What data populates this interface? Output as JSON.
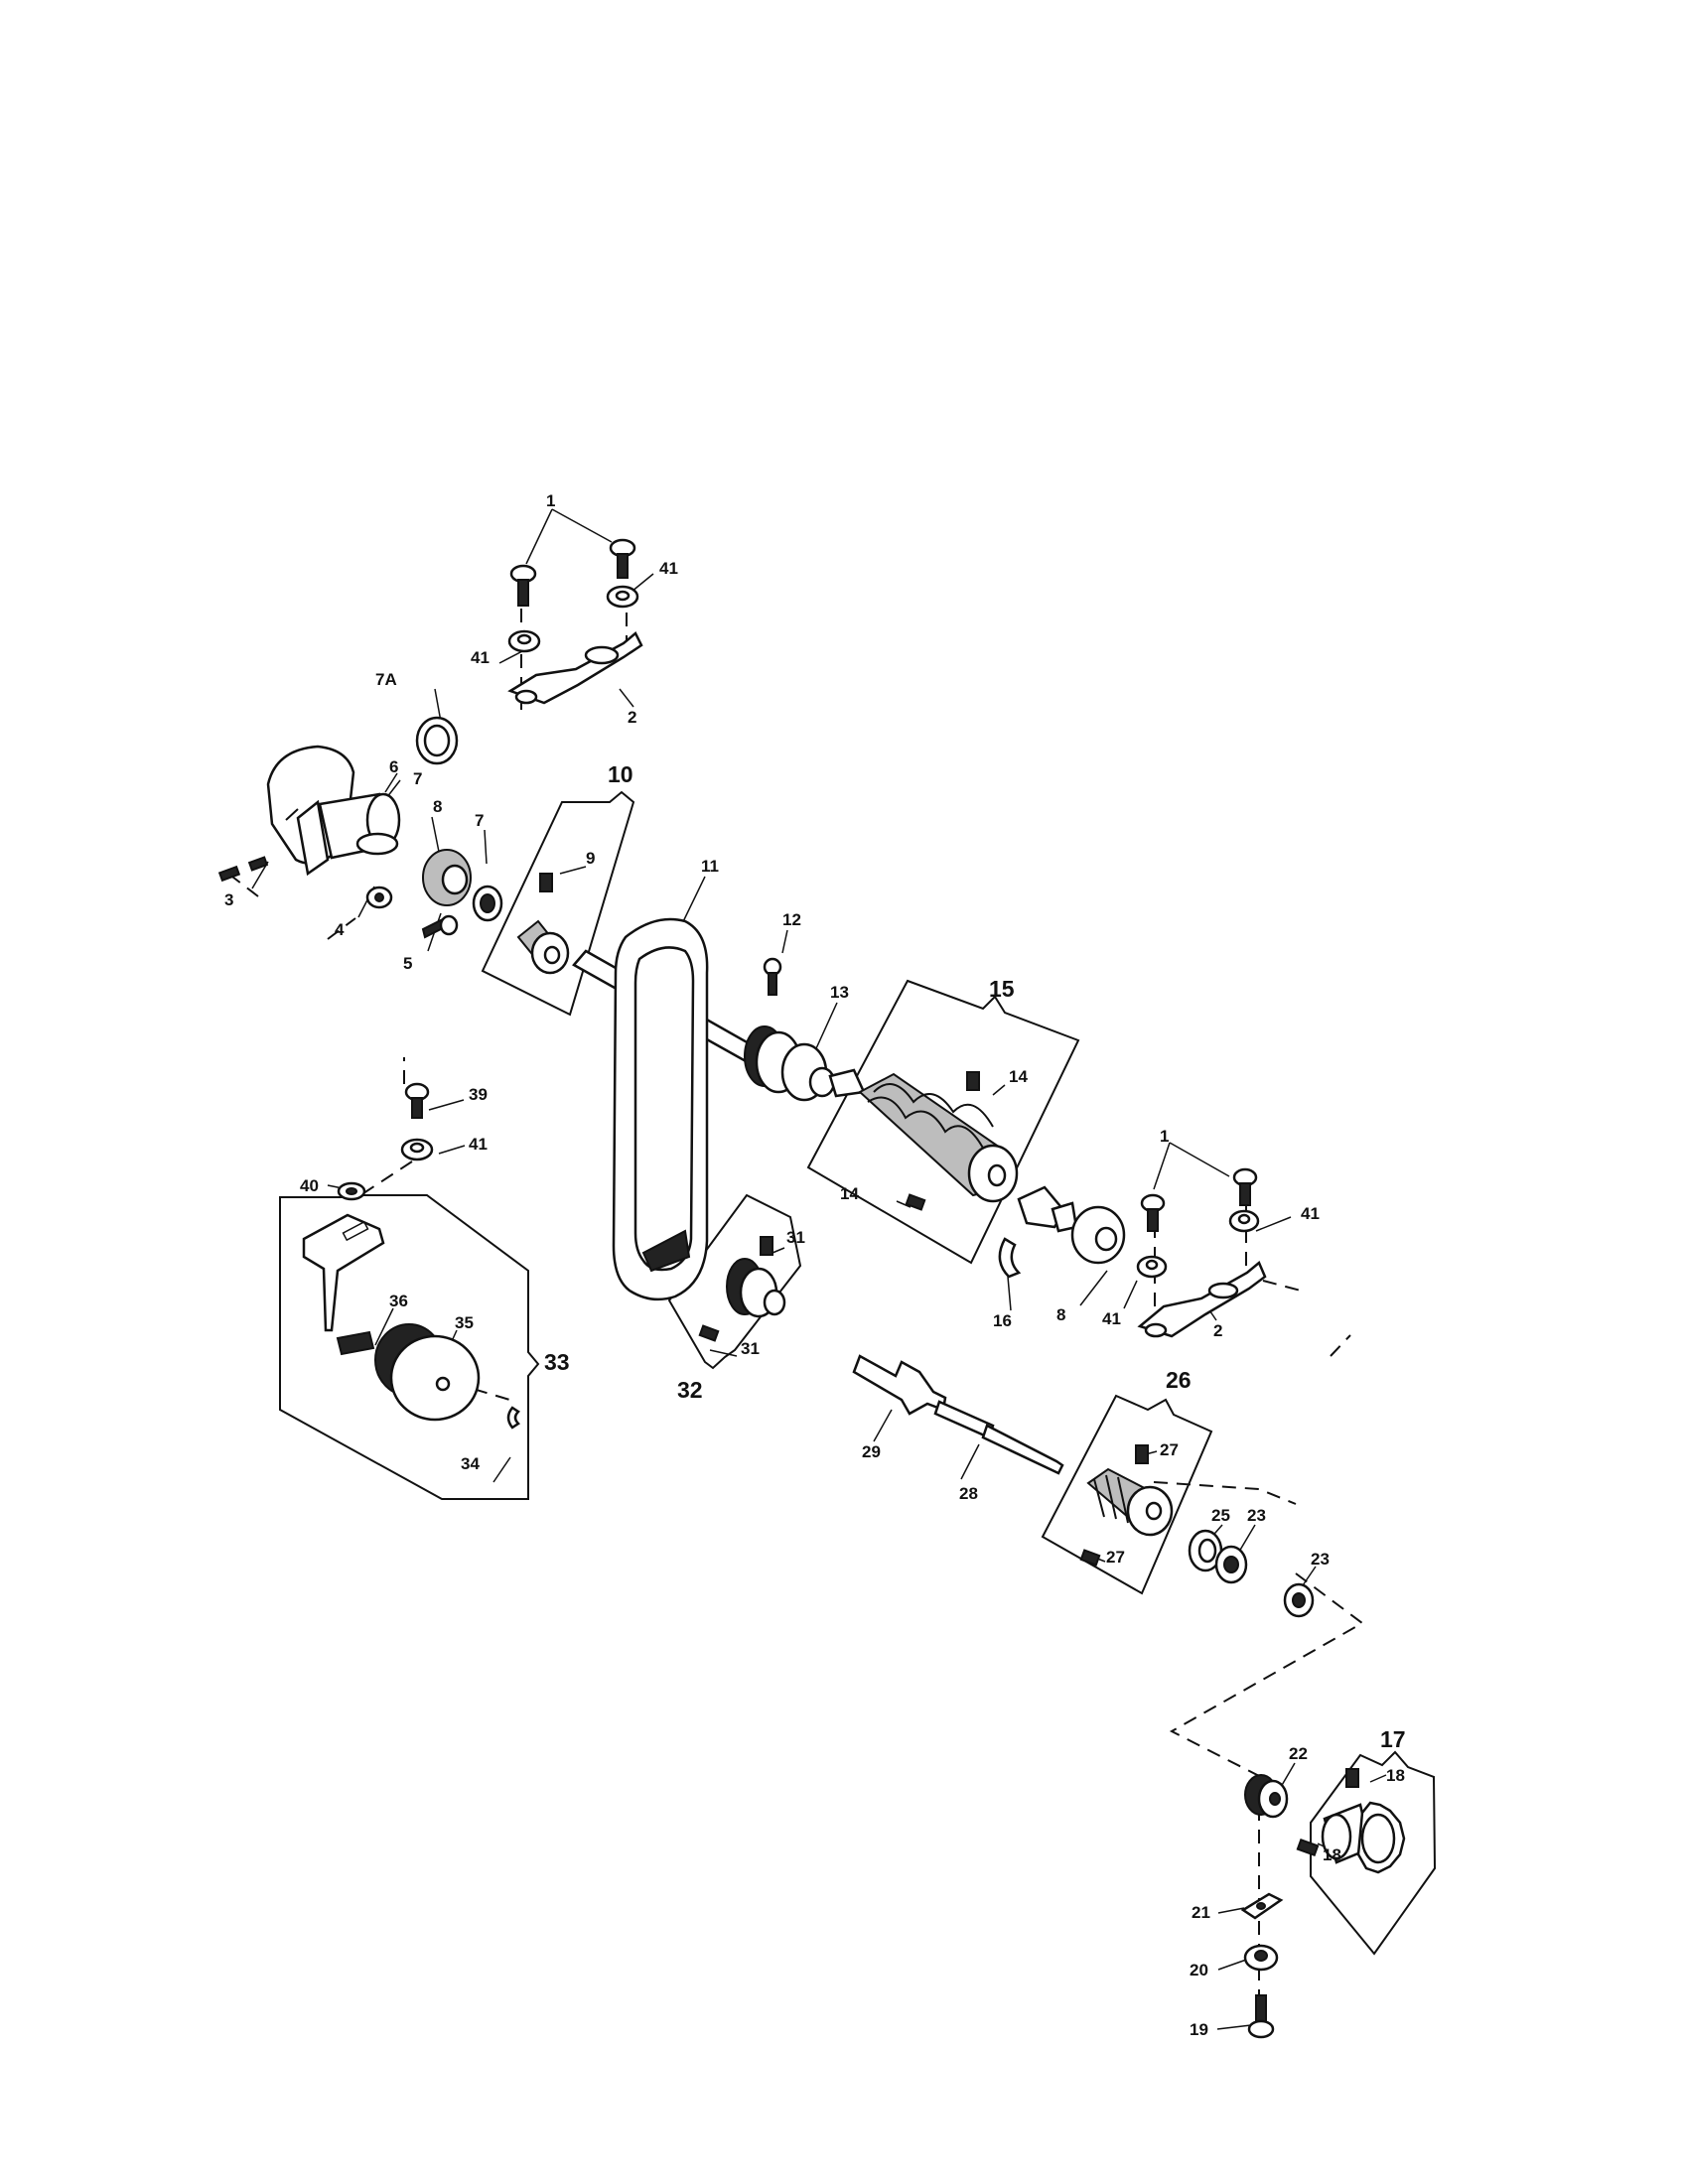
{
  "diagram": {
    "callouts": [
      {
        "id": "c1a",
        "text": "1"
      },
      {
        "id": "c41a",
        "text": "41"
      },
      {
        "id": "c41b",
        "text": "41"
      },
      {
        "id": "c2a",
        "text": "2"
      },
      {
        "id": "c7A",
        "text": "7A"
      },
      {
        "id": "c6",
        "text": "6"
      },
      {
        "id": "c7a",
        "text": "7"
      },
      {
        "id": "c8a",
        "text": "8"
      },
      {
        "id": "c7b",
        "text": "7"
      },
      {
        "id": "c10",
        "text": "10"
      },
      {
        "id": "c9",
        "text": "9"
      },
      {
        "id": "c3",
        "text": "3"
      },
      {
        "id": "c4",
        "text": "4"
      },
      {
        "id": "c5",
        "text": "5"
      },
      {
        "id": "c11",
        "text": "11"
      },
      {
        "id": "c12",
        "text": "12"
      },
      {
        "id": "c13",
        "text": "13"
      },
      {
        "id": "c15",
        "text": "15"
      },
      {
        "id": "c14a",
        "text": "14"
      },
      {
        "id": "c14b",
        "text": "14"
      },
      {
        "id": "c1b",
        "text": "1"
      },
      {
        "id": "c41c",
        "text": "41"
      },
      {
        "id": "c16",
        "text": "16"
      },
      {
        "id": "c8b",
        "text": "8"
      },
      {
        "id": "c41d",
        "text": "41"
      },
      {
        "id": "c2b",
        "text": "2"
      },
      {
        "id": "c39",
        "text": "39"
      },
      {
        "id": "c41e",
        "text": "41"
      },
      {
        "id": "c40",
        "text": "40"
      },
      {
        "id": "c36",
        "text": "36"
      },
      {
        "id": "c35",
        "text": "35"
      },
      {
        "id": "c33",
        "text": "33"
      },
      {
        "id": "c34",
        "text": "34"
      },
      {
        "id": "c31a",
        "text": "31"
      },
      {
        "id": "c31b",
        "text": "31"
      },
      {
        "id": "c32",
        "text": "32"
      },
      {
        "id": "c29",
        "text": "29"
      },
      {
        "id": "c28",
        "text": "28"
      },
      {
        "id": "c26",
        "text": "26"
      },
      {
        "id": "c27a",
        "text": "27"
      },
      {
        "id": "c27b",
        "text": "27"
      },
      {
        "id": "c25",
        "text": "25"
      },
      {
        "id": "c23a",
        "text": "23"
      },
      {
        "id": "c23b",
        "text": "23"
      },
      {
        "id": "c22",
        "text": "22"
      },
      {
        "id": "c17",
        "text": "17"
      },
      {
        "id": "c18a",
        "text": "18"
      },
      {
        "id": "c18b",
        "text": "18"
      },
      {
        "id": "c21",
        "text": "21"
      },
      {
        "id": "c20",
        "text": "20"
      },
      {
        "id": "c19",
        "text": "19"
      }
    ]
  }
}
